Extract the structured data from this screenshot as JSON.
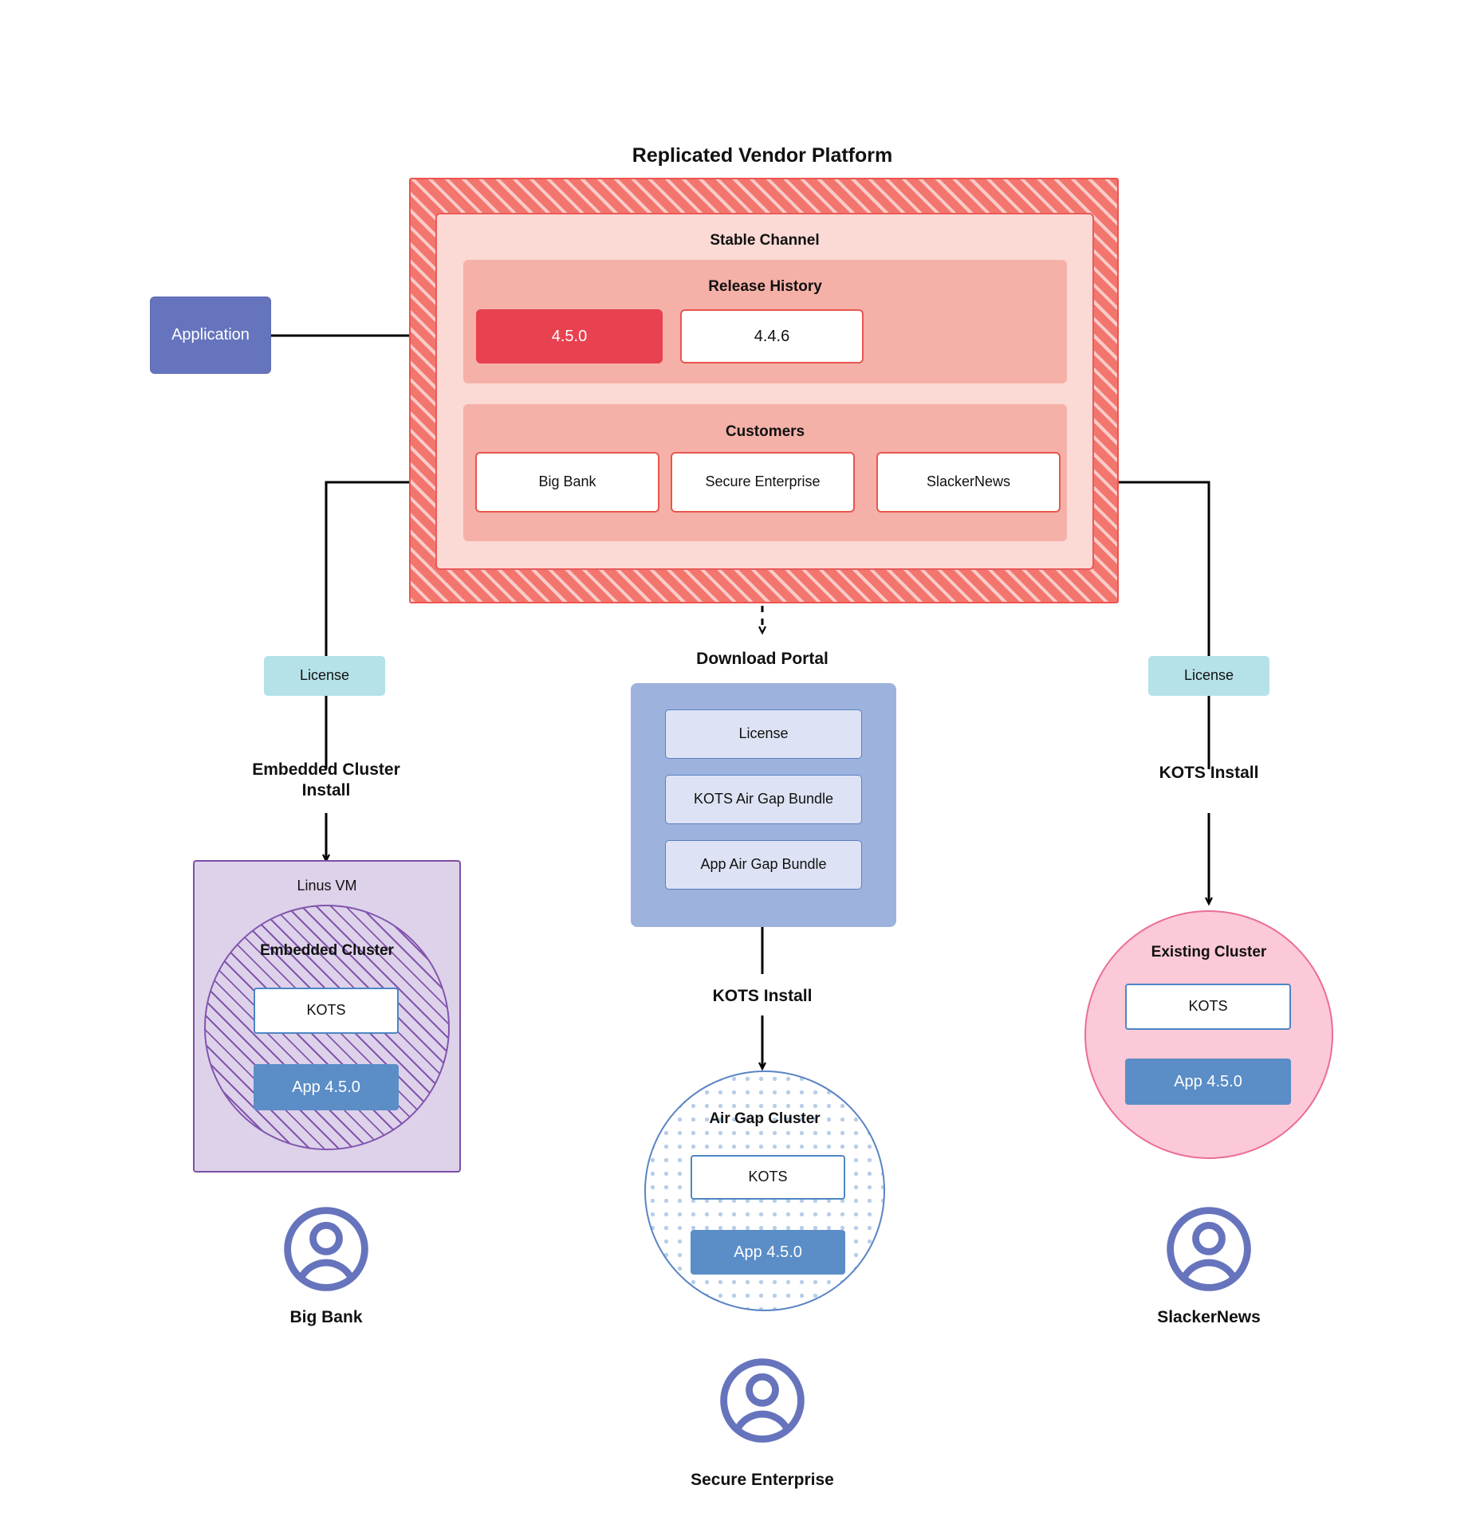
{
  "diagram": {
    "title": "Replicated Vendor Platform",
    "application": {
      "label": "Application"
    },
    "vendor_platform": {
      "channel_title": "Stable Channel",
      "release_history": {
        "title": "Release History",
        "releases": [
          {
            "version": "4.5.0",
            "state": "current"
          },
          {
            "version": "4.4.6",
            "state": "previous"
          }
        ]
      },
      "customers": {
        "title": "Customers",
        "items": [
          {
            "name": "Big Bank"
          },
          {
            "name": "Secure Enterprise"
          },
          {
            "name": "SlackerNews"
          }
        ]
      }
    },
    "download_portal": {
      "title": "Download  Portal",
      "items": [
        {
          "label": "License"
        },
        {
          "label": "KOTS Air Gap Bundle"
        },
        {
          "label": "App Air Gap Bundle"
        }
      ]
    },
    "left_branch": {
      "license_label": "License",
      "install_label": "Embedded Cluster Install",
      "vm_title": "Linus VM",
      "cluster_title": "Embedded Cluster",
      "kots_label": "KOTS",
      "app_label": "App 4.5.0",
      "customer_label": "Big Bank"
    },
    "center_branch": {
      "install_label": "KOTS Install",
      "cluster_title": "Air Gap Cluster",
      "kots_label": "KOTS",
      "app_label": "App 4.5.0",
      "customer_label": "Secure Enterprise"
    },
    "right_branch": {
      "license_label": "License",
      "install_label": "KOTS Install",
      "cluster_title": "Existing Cluster",
      "kots_label": "KOTS",
      "app_label": "App 4.5.0",
      "customer_label": "SlackerNews"
    },
    "colors": {
      "vendor_hatch": "#f2766e",
      "vendor_border": "#ef5350",
      "channel_bg": "#fbd9d4",
      "section_bg": "#f5b1a8",
      "release_current": "#e8414f",
      "application": "#6674bd",
      "license": "#b5e2e8",
      "portal": "#9db3dd",
      "portal_item": "#dde3f4",
      "vm": "#ddd2ea",
      "vm_border": "#7d4fa5",
      "existing_cluster": "#fbc9d7",
      "existing_cluster_border": "#ec6d94",
      "airgap_border": "#5a84c4",
      "kots_border": "#4d86c4",
      "app_version": "#5b8dc7",
      "avatar": "#6674bd"
    }
  }
}
